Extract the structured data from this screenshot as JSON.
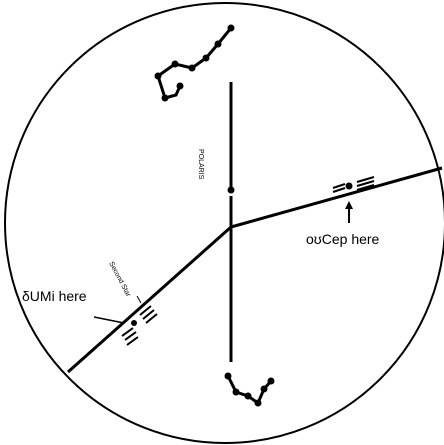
{
  "labels": {
    "polaris": "POLARIS",
    "second_star": "Second Star",
    "delta_umi": "δUMi here",
    "omicron_cep": "οʊCep here"
  },
  "icons": {
    "pointer_arrow": "arrow-up-icon"
  },
  "colors": {
    "ink": "#000000",
    "background": "#ffffff"
  }
}
